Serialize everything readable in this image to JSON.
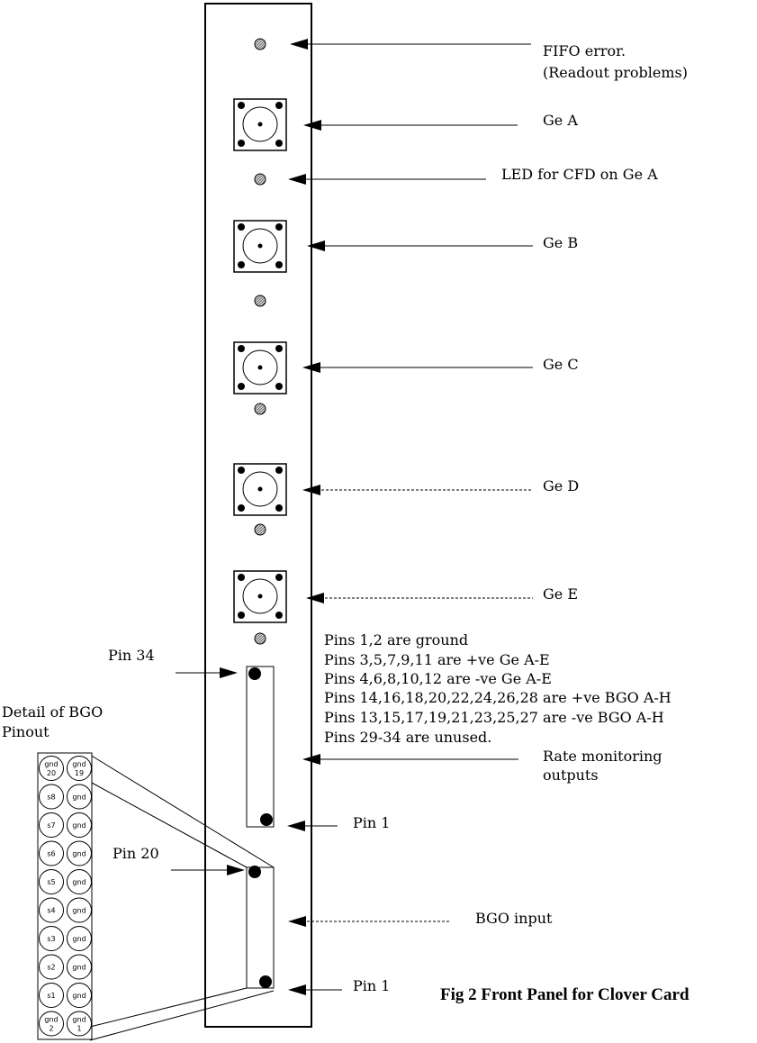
{
  "labels": {
    "fifo_line1": "FIFO error.",
    "fifo_line2": "(Readout problems)",
    "ge_a": "Ge A",
    "led_cfd": "LED for CFD on Ge A",
    "ge_b": "Ge B",
    "ge_c": "Ge C",
    "ge_d": "Ge D",
    "ge_e": "Ge E",
    "pin34": "Pin 34",
    "pin1_upper": "Pin 1",
    "pin20": "Pin 20",
    "pin1_lower": "Pin 1",
    "bgo_input": "BGO input",
    "rate_line1": "Rate monitoring",
    "rate_line2": "outputs",
    "detail_line1": "Detail of BGO",
    "detail_line2": "Pinout",
    "caption": "Fig 2 Front Panel for Clover Card"
  },
  "pins_notes": [
    "Pins 1,2 are ground",
    "Pins 3,5,7,9,11 are +ve Ge A-E",
    "Pins 4,6,8,10,12 are -ve Ge A-E",
    "Pins 14,16,18,20,22,24,26,28  are +ve BGO A-H",
    "Pins 13,15,17,19,21,23,25,27 are -ve BGO A-H",
    "Pins 29-34 are unused."
  ],
  "bgo_pinout": [
    [
      "gnd 20",
      "gnd 19"
    ],
    [
      "s8",
      "gnd"
    ],
    [
      "s7",
      "gnd"
    ],
    [
      "s6",
      "gnd"
    ],
    [
      "s5",
      "gnd"
    ],
    [
      "s4",
      "gnd"
    ],
    [
      "s3",
      "gnd"
    ],
    [
      "s2",
      "gnd"
    ],
    [
      "s1",
      "gnd"
    ],
    [
      "gnd 2",
      "gnd 1"
    ]
  ]
}
